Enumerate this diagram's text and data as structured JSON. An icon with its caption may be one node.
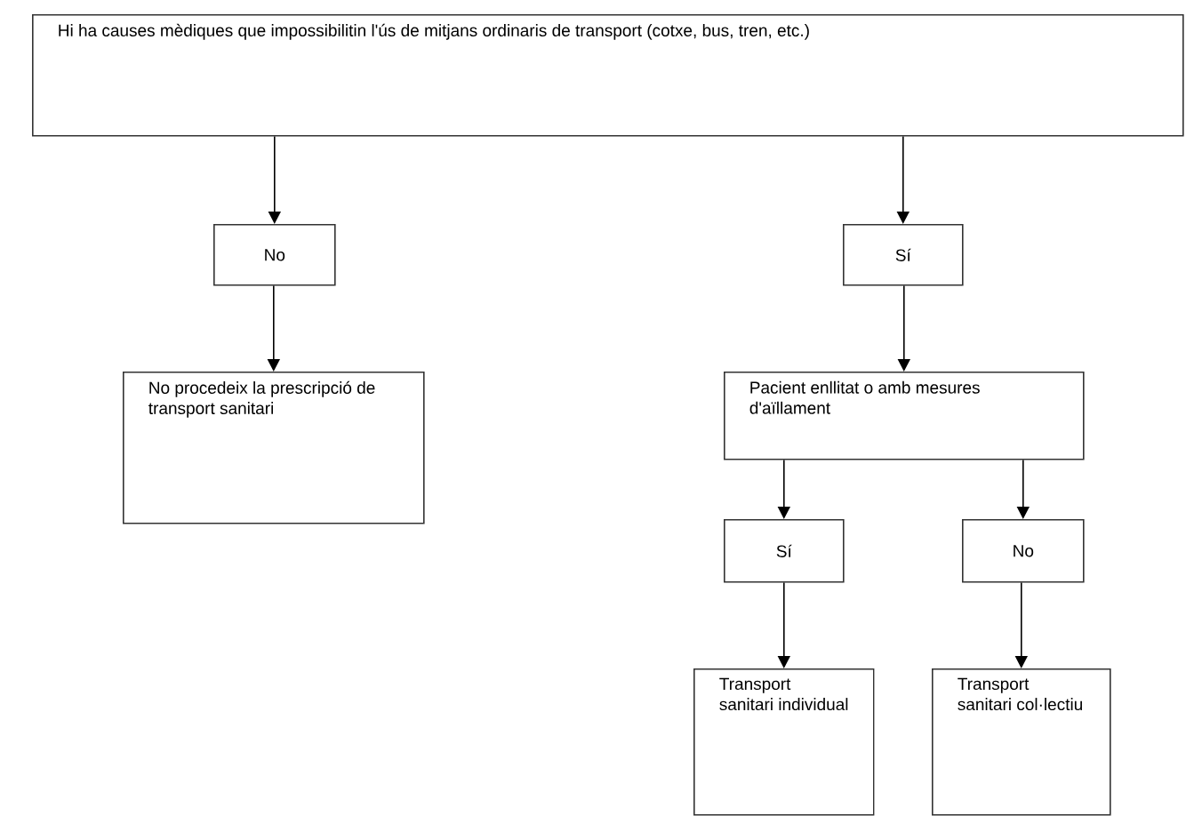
{
  "diagram": {
    "nodes": [
      {
        "text": [
          "Hi ha causes mèdiques que impossibilitin l'ús de mitjans ordinaris de transport (cotxe, bus, tren, etc.)"
        ]
      },
      {
        "text": [
          "No"
        ]
      },
      {
        "text": [
          "Sí"
        ]
      },
      {
        "text": [
          "No procedeix la prescripció de transport sanitari"
        ]
      },
      {
        "text": [
          "Pacient enllitat o amb mesures d'aïllament"
        ]
      },
      {
        "text": [
          "Sí"
        ]
      },
      {
        "text": [
          "No"
        ]
      },
      {
        "text": [
          "Transport sanitari individual"
        ]
      },
      {
        "text": [
          "Transport sanitari col·lectiu"
        ]
      }
    ],
    "edges": [
      {
        "from": 0,
        "to": 1,
        "arrow": "to"
      },
      {
        "from": 0,
        "to": 2,
        "arrow": "to"
      },
      {
        "from": 1,
        "to": 3,
        "arrow": "to"
      },
      {
        "from": 2,
        "to": 4,
        "arrow": "to"
      },
      {
        "from": 4,
        "to": 5,
        "arrow": "to"
      },
      {
        "from": 4,
        "to": 6,
        "arrow": "to"
      },
      {
        "from": 5,
        "to": 7,
        "arrow": "to"
      },
      {
        "from": 6,
        "to": 8,
        "arrow": "to"
      }
    ]
  }
}
